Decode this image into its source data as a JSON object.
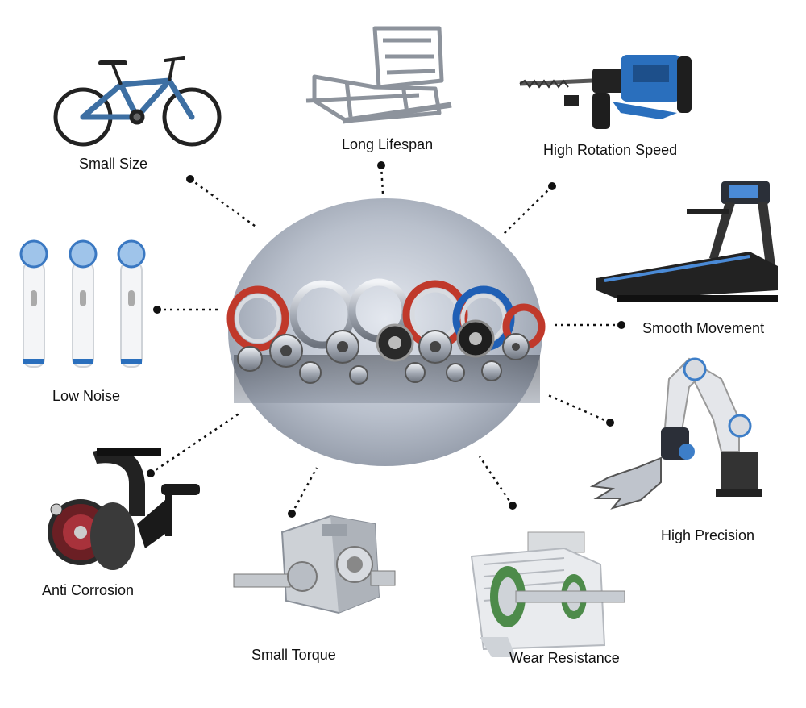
{
  "center": {
    "subject": "bearings-cluster-image"
  },
  "applications": [
    {
      "key": "small-size",
      "label": "Small Size",
      "icon": "bicycle-icon"
    },
    {
      "key": "long-lifespan",
      "label": "Long Lifespan",
      "icon": "seat-frame-icon"
    },
    {
      "key": "high-rotation-speed",
      "label": "High Rotation Speed",
      "icon": "hammer-drill-icon"
    },
    {
      "key": "smooth-movement",
      "label": "Smooth Movement",
      "icon": "treadmill-icon"
    },
    {
      "key": "high-precision",
      "label": "High Precision",
      "icon": "robot-arm-icon"
    },
    {
      "key": "wear-resistance",
      "label": "Wear Resistance",
      "icon": "electric-motor-icon"
    },
    {
      "key": "small-torque",
      "label": "Small Torque",
      "icon": "gearbox-icon"
    },
    {
      "key": "anti-corrosion",
      "label": "Anti Corrosion",
      "icon": "fishing-reel-icon"
    },
    {
      "key": "low-noise",
      "label": "Low Noise",
      "icon": "toothbrush-heads-icon"
    }
  ],
  "colors": {
    "connector": "#111111",
    "ring-red": "#c0392b",
    "ring-blue": "#1f5fb5",
    "accent-blue": "#2a6fbd"
  }
}
